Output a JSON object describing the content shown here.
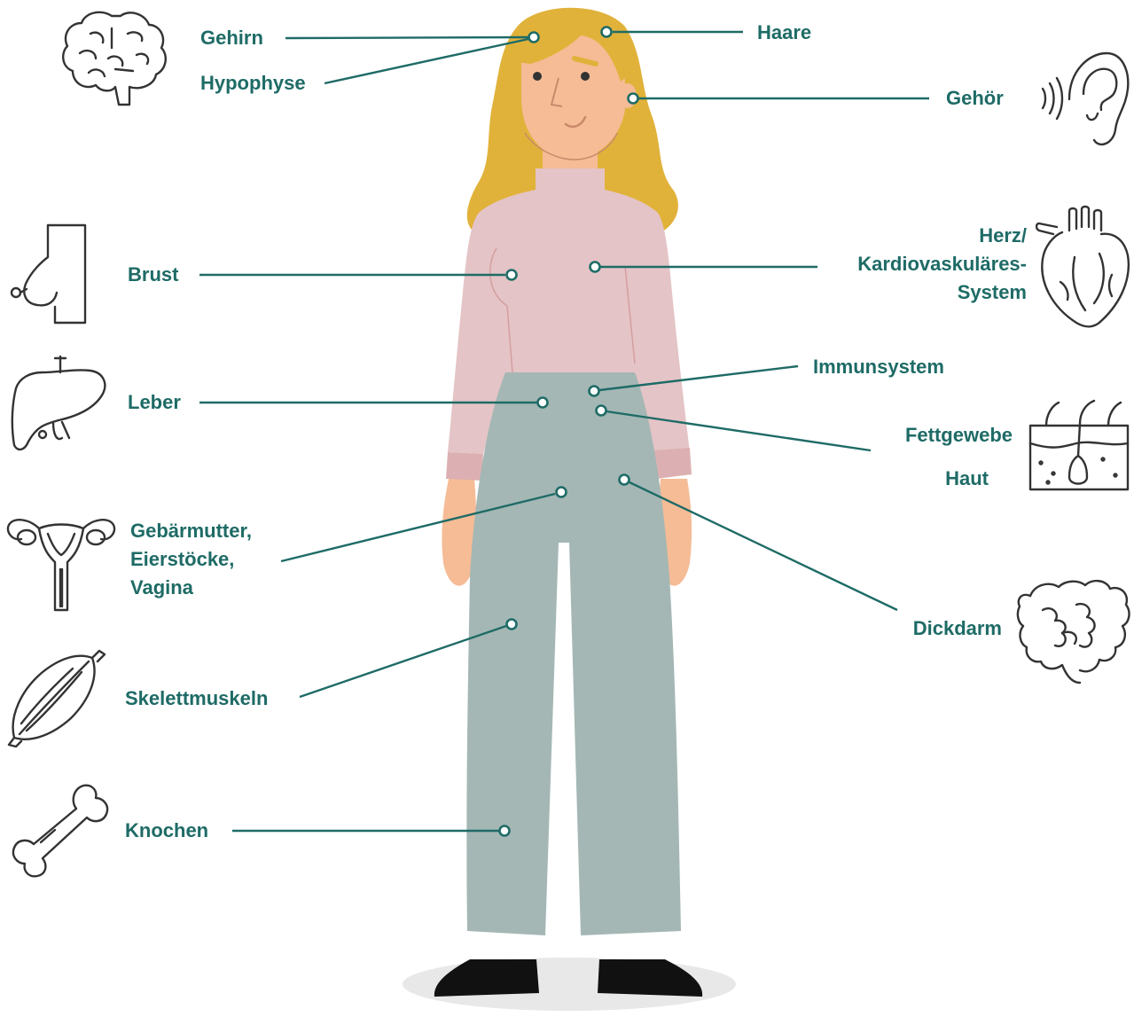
{
  "colors": {
    "label": "#1e6b66",
    "leader_line": "#1e6b66",
    "hair": "#e1b23a",
    "skin": "#f5bc96",
    "shirt": "#e4c4c6",
    "pants": "#a4b7b5",
    "shoes": "#111111",
    "icon_stroke": "#333333"
  },
  "labels": {
    "gehirn": "Gehirn",
    "hypophyse": "Hypophyse",
    "haare": "Haare",
    "gehoer": "Gehör",
    "brust": "Brust",
    "herz_1": "Herz/",
    "herz_2": "Kardiovaskuläres-",
    "herz_3": "System",
    "immunsystem": "Immunsystem",
    "leber": "Leber",
    "fettgewebe": "Fettgewebe",
    "haut": "Haut",
    "gebaermutter_1": "Gebärmutter,",
    "gebaermutter_2": "Eierstöcke,",
    "gebaermutter_3": "Vagina",
    "dickdarm": "Dickdarm",
    "skelettmuskeln": "Skelettmuskeln",
    "knochen": "Knochen"
  },
  "icons": [
    "brain-icon",
    "ear-icon",
    "breast-icon",
    "heart-icon",
    "liver-icon",
    "skin-hair-icon",
    "uterus-icon",
    "intestine-icon",
    "muscle-icon",
    "bone-icon"
  ]
}
